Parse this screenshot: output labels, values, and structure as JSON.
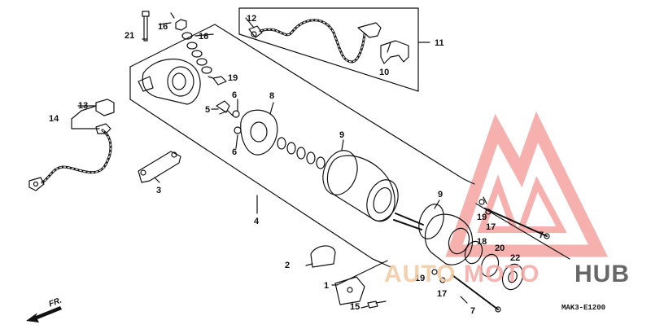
{
  "diagram": {
    "part_numbers": [
      "1",
      "2",
      "3",
      "4",
      "5",
      "6",
      "7",
      "8",
      "9",
      "10",
      "11",
      "12",
      "13",
      "14",
      "15",
      "16",
      "17",
      "18",
      "19",
      "20",
      "21",
      "22"
    ],
    "labels": {
      "l21": "21",
      "l16a": "16",
      "l16b": "16",
      "l12": "12",
      "l11": "11",
      "l10": "10",
      "l19a": "19",
      "l5": "5",
      "l6a": "6",
      "l6b": "6",
      "l8": "8",
      "l13": "13",
      "l14": "14",
      "l3": "3",
      "l4": "4",
      "l9a": "9",
      "l9b": "9",
      "l19b": "19",
      "l17a": "17",
      "l7a": "7",
      "l18": "18",
      "l20": "20",
      "l22": "22",
      "l2": "2",
      "l19c": "19",
      "l17b": "17",
      "l1": "1",
      "l15": "15",
      "l7b": "7"
    },
    "diagram_code": "MAK3-E1200",
    "direction_label": "FR."
  },
  "watermark": {
    "part1": "AUTO",
    "part2": "MOTO",
    "part3": "HUB",
    "colors": {
      "triangle": "#f5a3a0",
      "auto": "#f0c9a2",
      "moto": "#f6a8a3",
      "hub": "#4d4d4d"
    }
  },
  "colors": {
    "line": "#111111",
    "background": "#ffffff"
  }
}
